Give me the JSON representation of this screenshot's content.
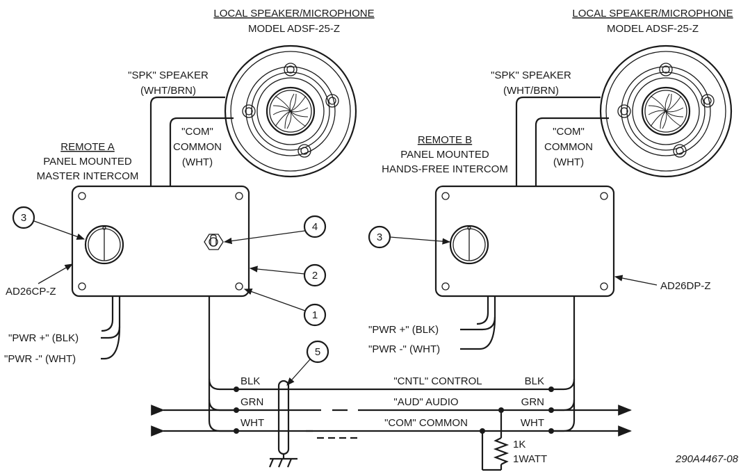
{
  "speaker_left": {
    "title": "LOCAL SPEAKER/MICROPHONE",
    "model": "MODEL ADSF-25-Z"
  },
  "speaker_right": {
    "title": "LOCAL SPEAKER/MICROPHONE",
    "model": "MODEL ADSF-25-Z"
  },
  "remote_a": {
    "spk_label": "\"SPK\" SPEAKER",
    "spk_color": "(WHT/BRN)",
    "com_label": "\"COM\"",
    "com_word": "COMMON",
    "com_color": "(WHT)",
    "title": "REMOTE A",
    "line2": "PANEL MOUNTED",
    "line3": "MASTER INTERCOM",
    "part": "AD26CP-Z",
    "pwr_plus": "\"PWR +\" (BLK)",
    "pwr_minus": "\"PWR -\" (WHT)"
  },
  "remote_b": {
    "spk_label": "\"SPK\" SPEAKER",
    "spk_color": "(WHT/BRN)",
    "com_label": "\"COM\"",
    "com_word": "COMMON",
    "com_color": "(WHT)",
    "title": "REMOTE B",
    "line2": "PANEL MOUNTED",
    "line3": "HANDS-FREE INTERCOM",
    "part": "AD26DP-Z",
    "pwr_plus": "\"PWR +\" (BLK)",
    "pwr_minus": "\"PWR -\" (WHT)"
  },
  "callouts": [
    "1",
    "2",
    "3",
    "4",
    "5"
  ],
  "bus": {
    "left_labels": [
      "BLK",
      "GRN",
      "WHT"
    ],
    "right_labels": [
      "BLK",
      "GRN",
      "WHT"
    ],
    "cntl": "\"CNTL\" CONTROL",
    "aud": "\"AUD\" AUDIO",
    "com": "\"COM\" COMMON"
  },
  "resistor": {
    "value": "1K",
    "rating": "1WATT"
  },
  "drawing_number": "290A4467-08"
}
